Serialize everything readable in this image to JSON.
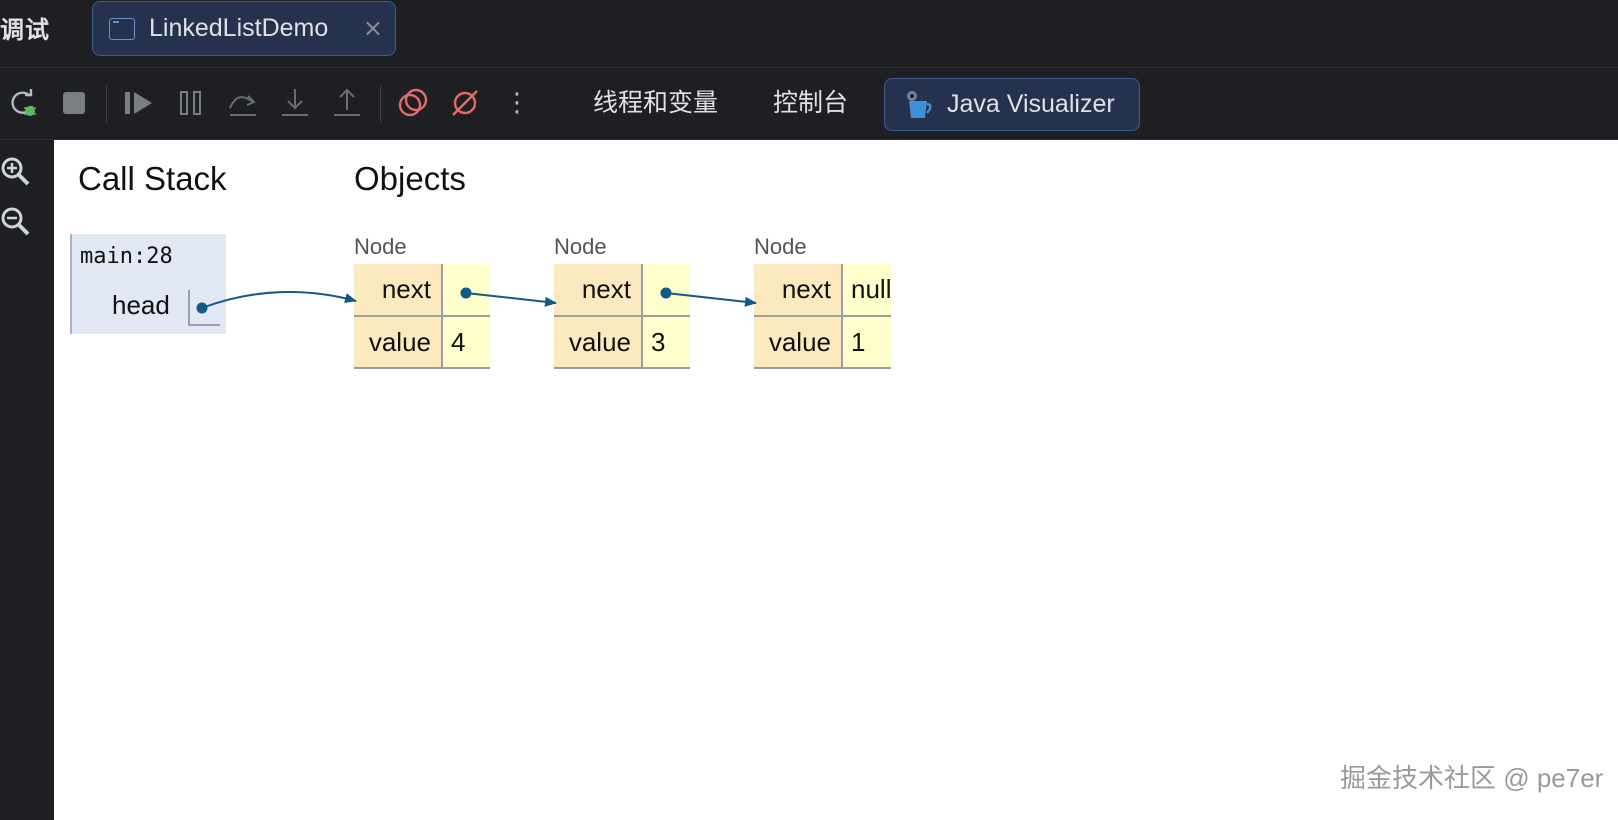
{
  "header": {
    "debug_label": "调试",
    "run_tab_label": "LinkedListDemo",
    "close_glyph": "×"
  },
  "toolbar": {
    "icons": [
      "rerun-debug-icon",
      "stop-icon",
      "resume-icon",
      "pause-icon",
      "step-over-icon",
      "step-into-icon",
      "step-out-icon",
      "view-breakpoints-icon",
      "mute-breakpoints-icon",
      "more-icon"
    ],
    "threads_tab": "线程和变量",
    "console_tab": "控制台",
    "visualizer_tab": "Java Visualizer",
    "more_glyph": "⋮"
  },
  "visualizer": {
    "call_stack_title": "Call Stack",
    "objects_title": "Objects",
    "frame": {
      "name": "main:28",
      "variable": "head"
    },
    "nodes": [
      {
        "type": "Node",
        "next_label": "next",
        "next_value": "",
        "value_label": "value",
        "value": "4"
      },
      {
        "type": "Node",
        "next_label": "next",
        "next_value": "",
        "value_label": "value",
        "value": "3"
      },
      {
        "type": "Node",
        "next_label": "next",
        "next_value": "null",
        "value_label": "value",
        "value": "1"
      }
    ],
    "arrow_color": "#0f5a86"
  },
  "watermark": "掘金技术社区 @ pe7er"
}
